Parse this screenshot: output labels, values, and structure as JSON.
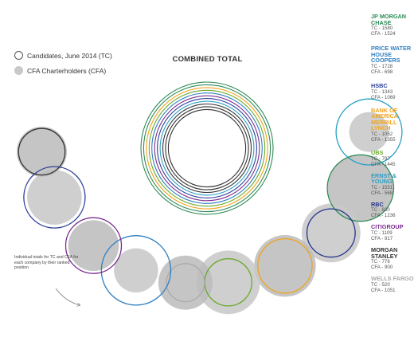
{
  "legend": {
    "tc_label": "Candidates, June 2014 (TC)",
    "cfa_label": "CFA Charterholders (CFA)"
  },
  "note_text": "Individual totals for TC and CFA for each company by their ranked position",
  "chart_data": {
    "type": "bubble",
    "title": "COMBINED TOTAL",
    "colors": {
      "tc_outline_default": "#555555",
      "cfa_fill": "#c8c8c8",
      "cfa_fill_alt": "#bdbdbd"
    },
    "companies": [
      {
        "name": "JP MORGAN CHASE",
        "tc_text": "TC - 1580",
        "cfa_text": "CFA - 1524",
        "tc": 1580,
        "cfa": 1524,
        "color": "#2e8b57"
      },
      {
        "name": "PRICE WATER HOUSE COOPERS",
        "tc_text": "TC - 1728",
        "cfa_text": "CFA - 698",
        "tc": 1728,
        "cfa": 698,
        "color": "#2f7fc1"
      },
      {
        "name": "HSBC",
        "tc_text": "TC - 1343",
        "cfa_text": "CFA - 1069",
        "tc": 1343,
        "cfa": 1069,
        "color": "#2b3f99"
      },
      {
        "name": "BANK OF AMERICA MERRILL LYNCH",
        "tc_text": "TC - 1052",
        "cfa_text": "CFA - 1355",
        "tc": 1052,
        "cfa": 1355,
        "color": "#f0a31c"
      },
      {
        "name": "UBS",
        "tc_text": "TC - 797",
        "cfa_text": "CFA - 1445",
        "tc": 797,
        "cfa": 1445,
        "color": "#6aaa2b"
      },
      {
        "name": "ERNST & YOUNG",
        "tc_text": "TC - 1551",
        "cfa_text": "CFA - 568",
        "tc": 1551,
        "cfa": 568,
        "color": "#2aa0c6"
      },
      {
        "name": "RBC",
        "tc_text": "TC - 830",
        "cfa_text": "CFA - 1236",
        "tc": 830,
        "cfa": 1236,
        "color": "#23338a"
      },
      {
        "name": "CITIGROUP",
        "tc_text": "TC - 1109",
        "cfa_text": "CFA - 917",
        "tc": 1109,
        "cfa": 917,
        "color": "#7a2d8f"
      },
      {
        "name": "MORGAN STANLEY",
        "tc_text": "TC - 776",
        "cfa_text": "CFA - 900",
        "tc": 776,
        "cfa": 900,
        "color": "#333333"
      },
      {
        "name": "WELLS FARGO",
        "tc_text": "TC - 520",
        "cfa_text": "CFA - 1051",
        "tc": 520,
        "cfa": 1051,
        "color": "#aaaaaa"
      }
    ],
    "arc_order": [
      "ERNST & YOUNG",
      "JP MORGAN CHASE",
      "RBC",
      "BANK OF AMERICA MERRILL LYNCH",
      "UBS",
      "WELLS FARGO",
      "PRICE WATER HOUSE COOPERS",
      "CITIGROUP",
      "HSBC",
      "MORGAN STANLEY"
    ],
    "center_ring_colors": [
      "#2e8b57",
      "#2e8b57",
      "#f0a31c",
      "#6aaa2b",
      "#2f7fc1",
      "#7a2d8f",
      "#2b3f99",
      "#2aa0c6",
      "#333333",
      "#333333",
      "#333333"
    ]
  }
}
